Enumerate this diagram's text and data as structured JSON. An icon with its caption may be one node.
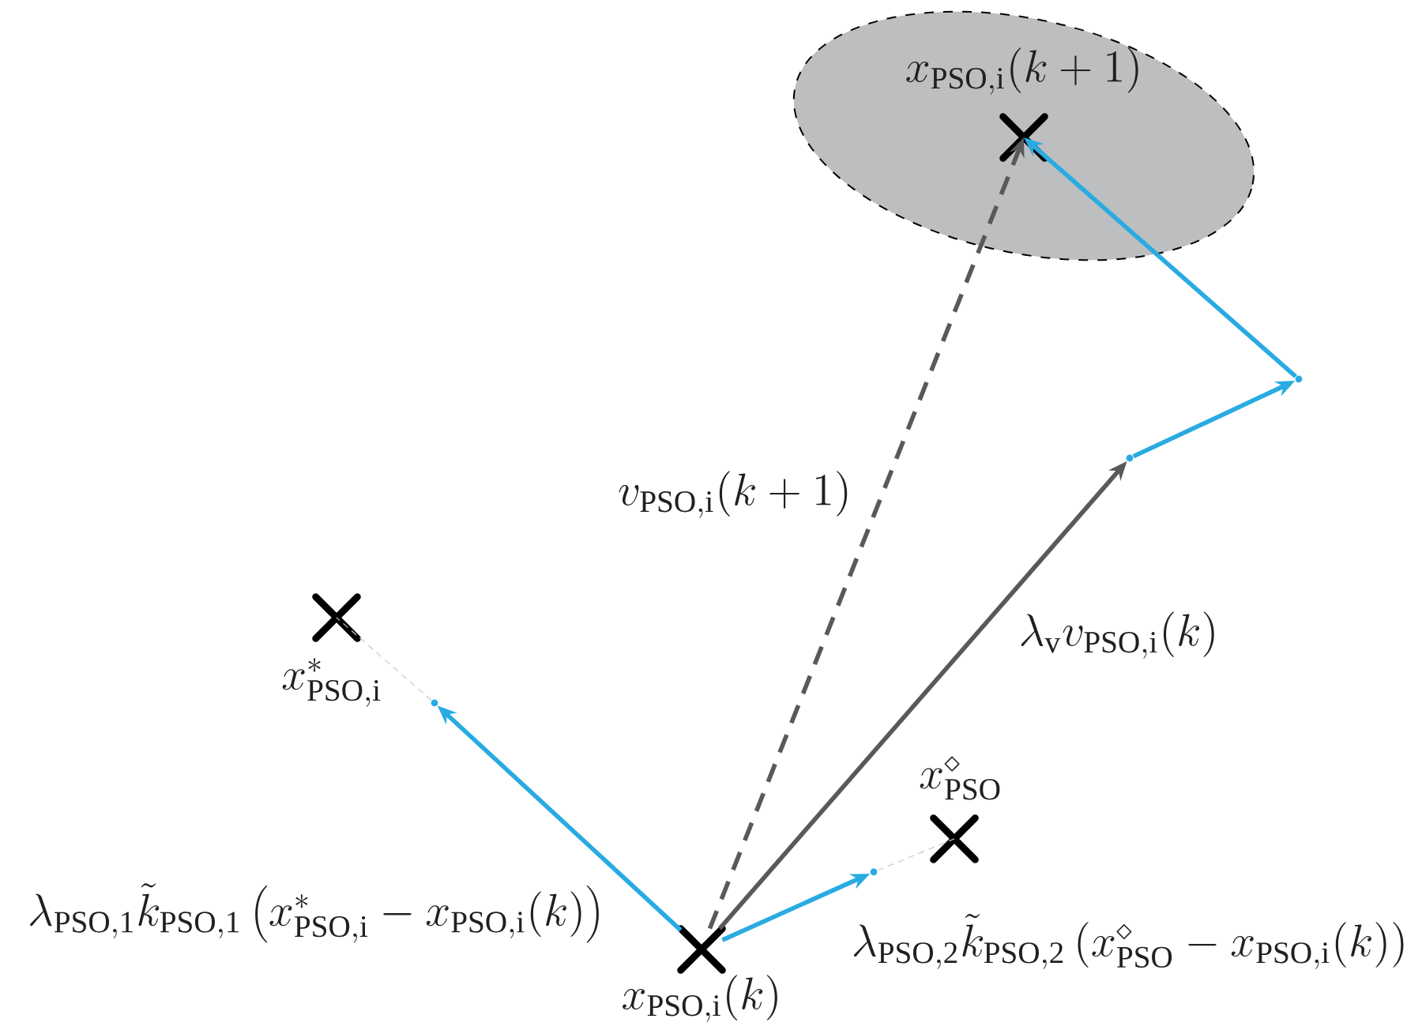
{
  "diagram": {
    "nodes": [
      {
        "text": [],
        "shape": "ellipse"
      },
      {
        "text": [
          "x_{\\mathrm{PSO,i}}(k+1)"
        ],
        "in": 0
      },
      {
        "text": [
          "x^{*}_{\\mathrm{PSO,i}}"
        ]
      },
      {
        "text": [
          "x_{\\mathrm{PSO,i}}(k)"
        ]
      },
      {
        "text": [
          "x^{\\diamond}_{\\mathrm{PSO}}"
        ]
      },
      {
        "text": [],
        "shape": "point"
      },
      {
        "text": [],
        "shape": "point"
      },
      {
        "text": [],
        "shape": "point"
      },
      {
        "text": [],
        "shape": "point"
      }
    ],
    "edges": [
      {
        "from": 3,
        "to": 1,
        "arrow": "to",
        "style": "dashed",
        "color": "#58595b",
        "label": "v_{\\mathrm{PSO,i}}(k+1)"
      },
      {
        "from": 3,
        "to": 5,
        "arrow": "to",
        "color": "#58595b",
        "label": "\\lambda_{\\mathrm{v}} v_{\\mathrm{PSO,i}}(k)"
      },
      {
        "from": 5,
        "to": 6,
        "arrow": "to"
      },
      {
        "from": 6,
        "to": 1,
        "arrow": "to"
      },
      {
        "from": 3,
        "to": 7,
        "arrow": "to",
        "label": "\\lambda_{\\mathrm{PSO,1}}\\tilde{k}_{\\mathrm{PSO,1}}\\left(x^{*}_{\\mathrm{PSO,i}}-x_{\\mathrm{PSO,i}}(k)\\right)"
      },
      {
        "from": 7,
        "to": 2,
        "arrow": "none",
        "style": "dashed",
        "color": "#c8c8c8"
      },
      {
        "from": 3,
        "to": 8,
        "arrow": "to",
        "label": "\\lambda_{\\mathrm{PSO,2}}\\tilde{k}_{\\mathrm{PSO,2}}\\left(x^{\\diamond}_{\\mathrm{PSO}}-x_{\\mathrm{PSO,i}}(k)\\right)"
      },
      {
        "from": 8,
        "to": 4,
        "arrow": "none",
        "style": "dashed",
        "color": "#c8c8c8"
      }
    ]
  }
}
